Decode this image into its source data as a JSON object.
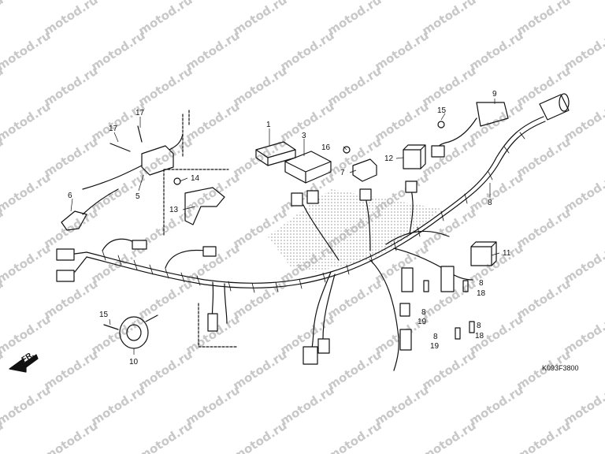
{
  "watermark": "motod.ru",
  "diagram_code": "K093F3800",
  "direction_marker": "FR.",
  "callouts": {
    "c1": "1",
    "c3": "3",
    "c16": "16",
    "c7": "7",
    "c12": "12",
    "c15": "15",
    "c9": "9",
    "c17a": "17",
    "c17b": "17",
    "c5": "5",
    "c6": "6",
    "c14": "14",
    "c13": "13",
    "c8a": "8",
    "c11": "11",
    "c8b": "8",
    "c18a": "18",
    "c8c": "8",
    "c19a": "19",
    "c8d": "8",
    "c18b": "18",
    "c8e": "8",
    "c19b": "19",
    "c15b": "15",
    "c10": "10"
  },
  "colors": {
    "line": "#111111",
    "shade": "#bdbdbd",
    "watermark": "#c8c8c8"
  }
}
